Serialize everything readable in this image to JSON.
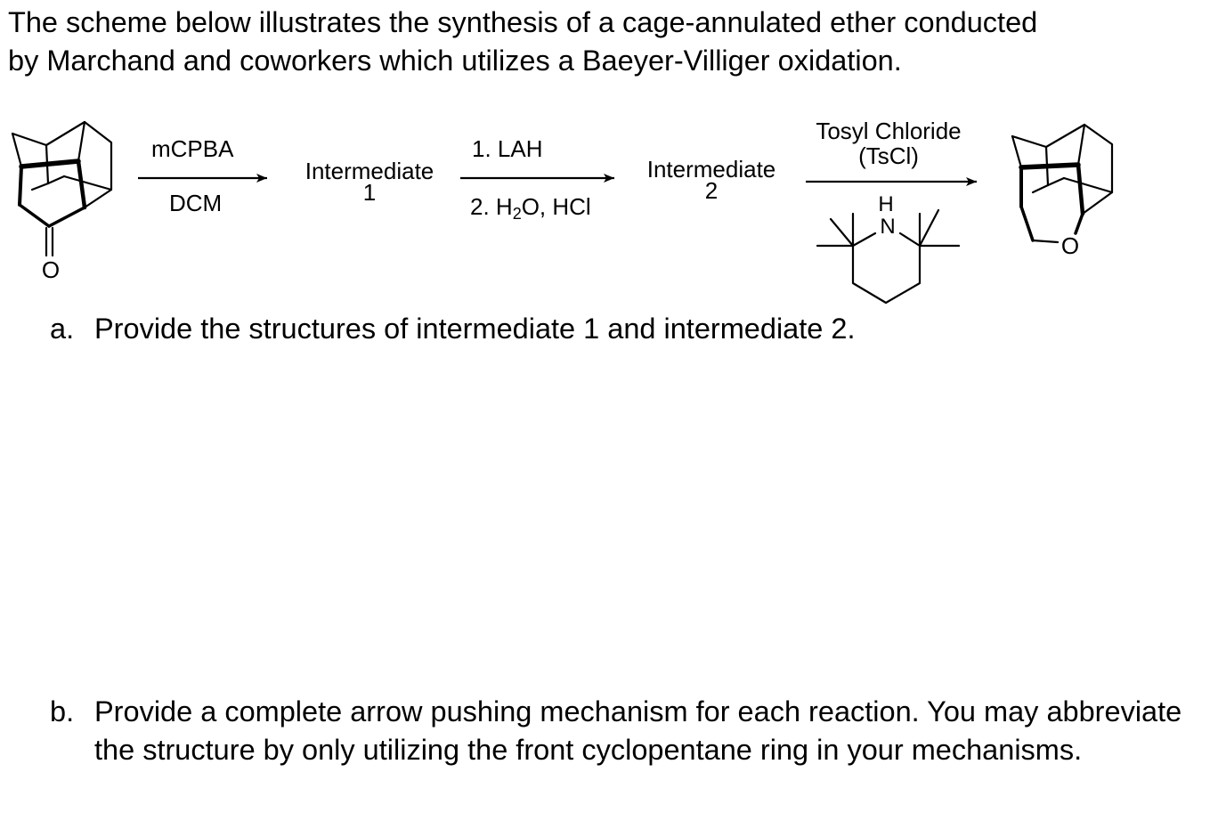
{
  "intro": {
    "line1": "The scheme below illustrates the synthesis of a cage-annulated ether conducted",
    "line2": "by Marchand and coworkers which utilizes a Baeyer-Villiger oxidation."
  },
  "scheme": {
    "starting_material": {
      "atom_o": "O"
    },
    "step1": {
      "above": "mCPBA",
      "below": "DCM"
    },
    "intermediate1": {
      "line1": "Intermediate",
      "line2": "1"
    },
    "step2": {
      "above": "1. LAH",
      "below_prefix": "2. H",
      "below_sub": "2",
      "below_suffix": "O, HCl"
    },
    "intermediate2": {
      "line1": "Intermediate",
      "line2": "2"
    },
    "step3": {
      "above1": "Tosyl Chloride",
      "above2": "(TsCl)",
      "base_h": "H",
      "base_n": "N"
    },
    "product": {
      "atom_o": "O"
    }
  },
  "questions": {
    "a": {
      "marker": "a.",
      "text": "Provide the structures of intermediate 1 and intermediate 2."
    },
    "b": {
      "marker": "b.",
      "text": "Provide a complete arrow pushing mechanism for each reaction. You may abbreviate the structure by only utilizing the front cyclopentane ring in your mechanisms."
    }
  }
}
